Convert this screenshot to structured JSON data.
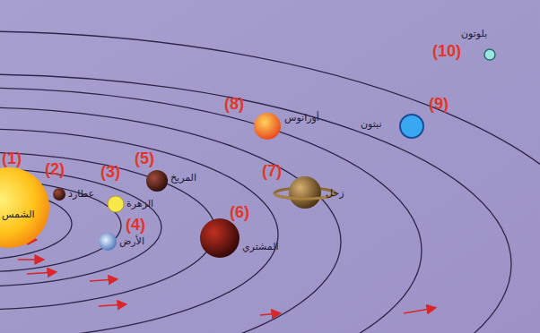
{
  "diagram": {
    "labels": [
      "(1)",
      "الشمس",
      "(2)",
      "عطارد",
      "(3)",
      "الزهرة",
      "(4)",
      "الأرض",
      "(5)",
      "المريخ",
      "(6)",
      "المشتري",
      "(7)",
      "زحل",
      "(8)",
      "أورانوس",
      "(9)",
      "نبتون",
      "(10)",
      "بلوتون"
    ]
  }
}
